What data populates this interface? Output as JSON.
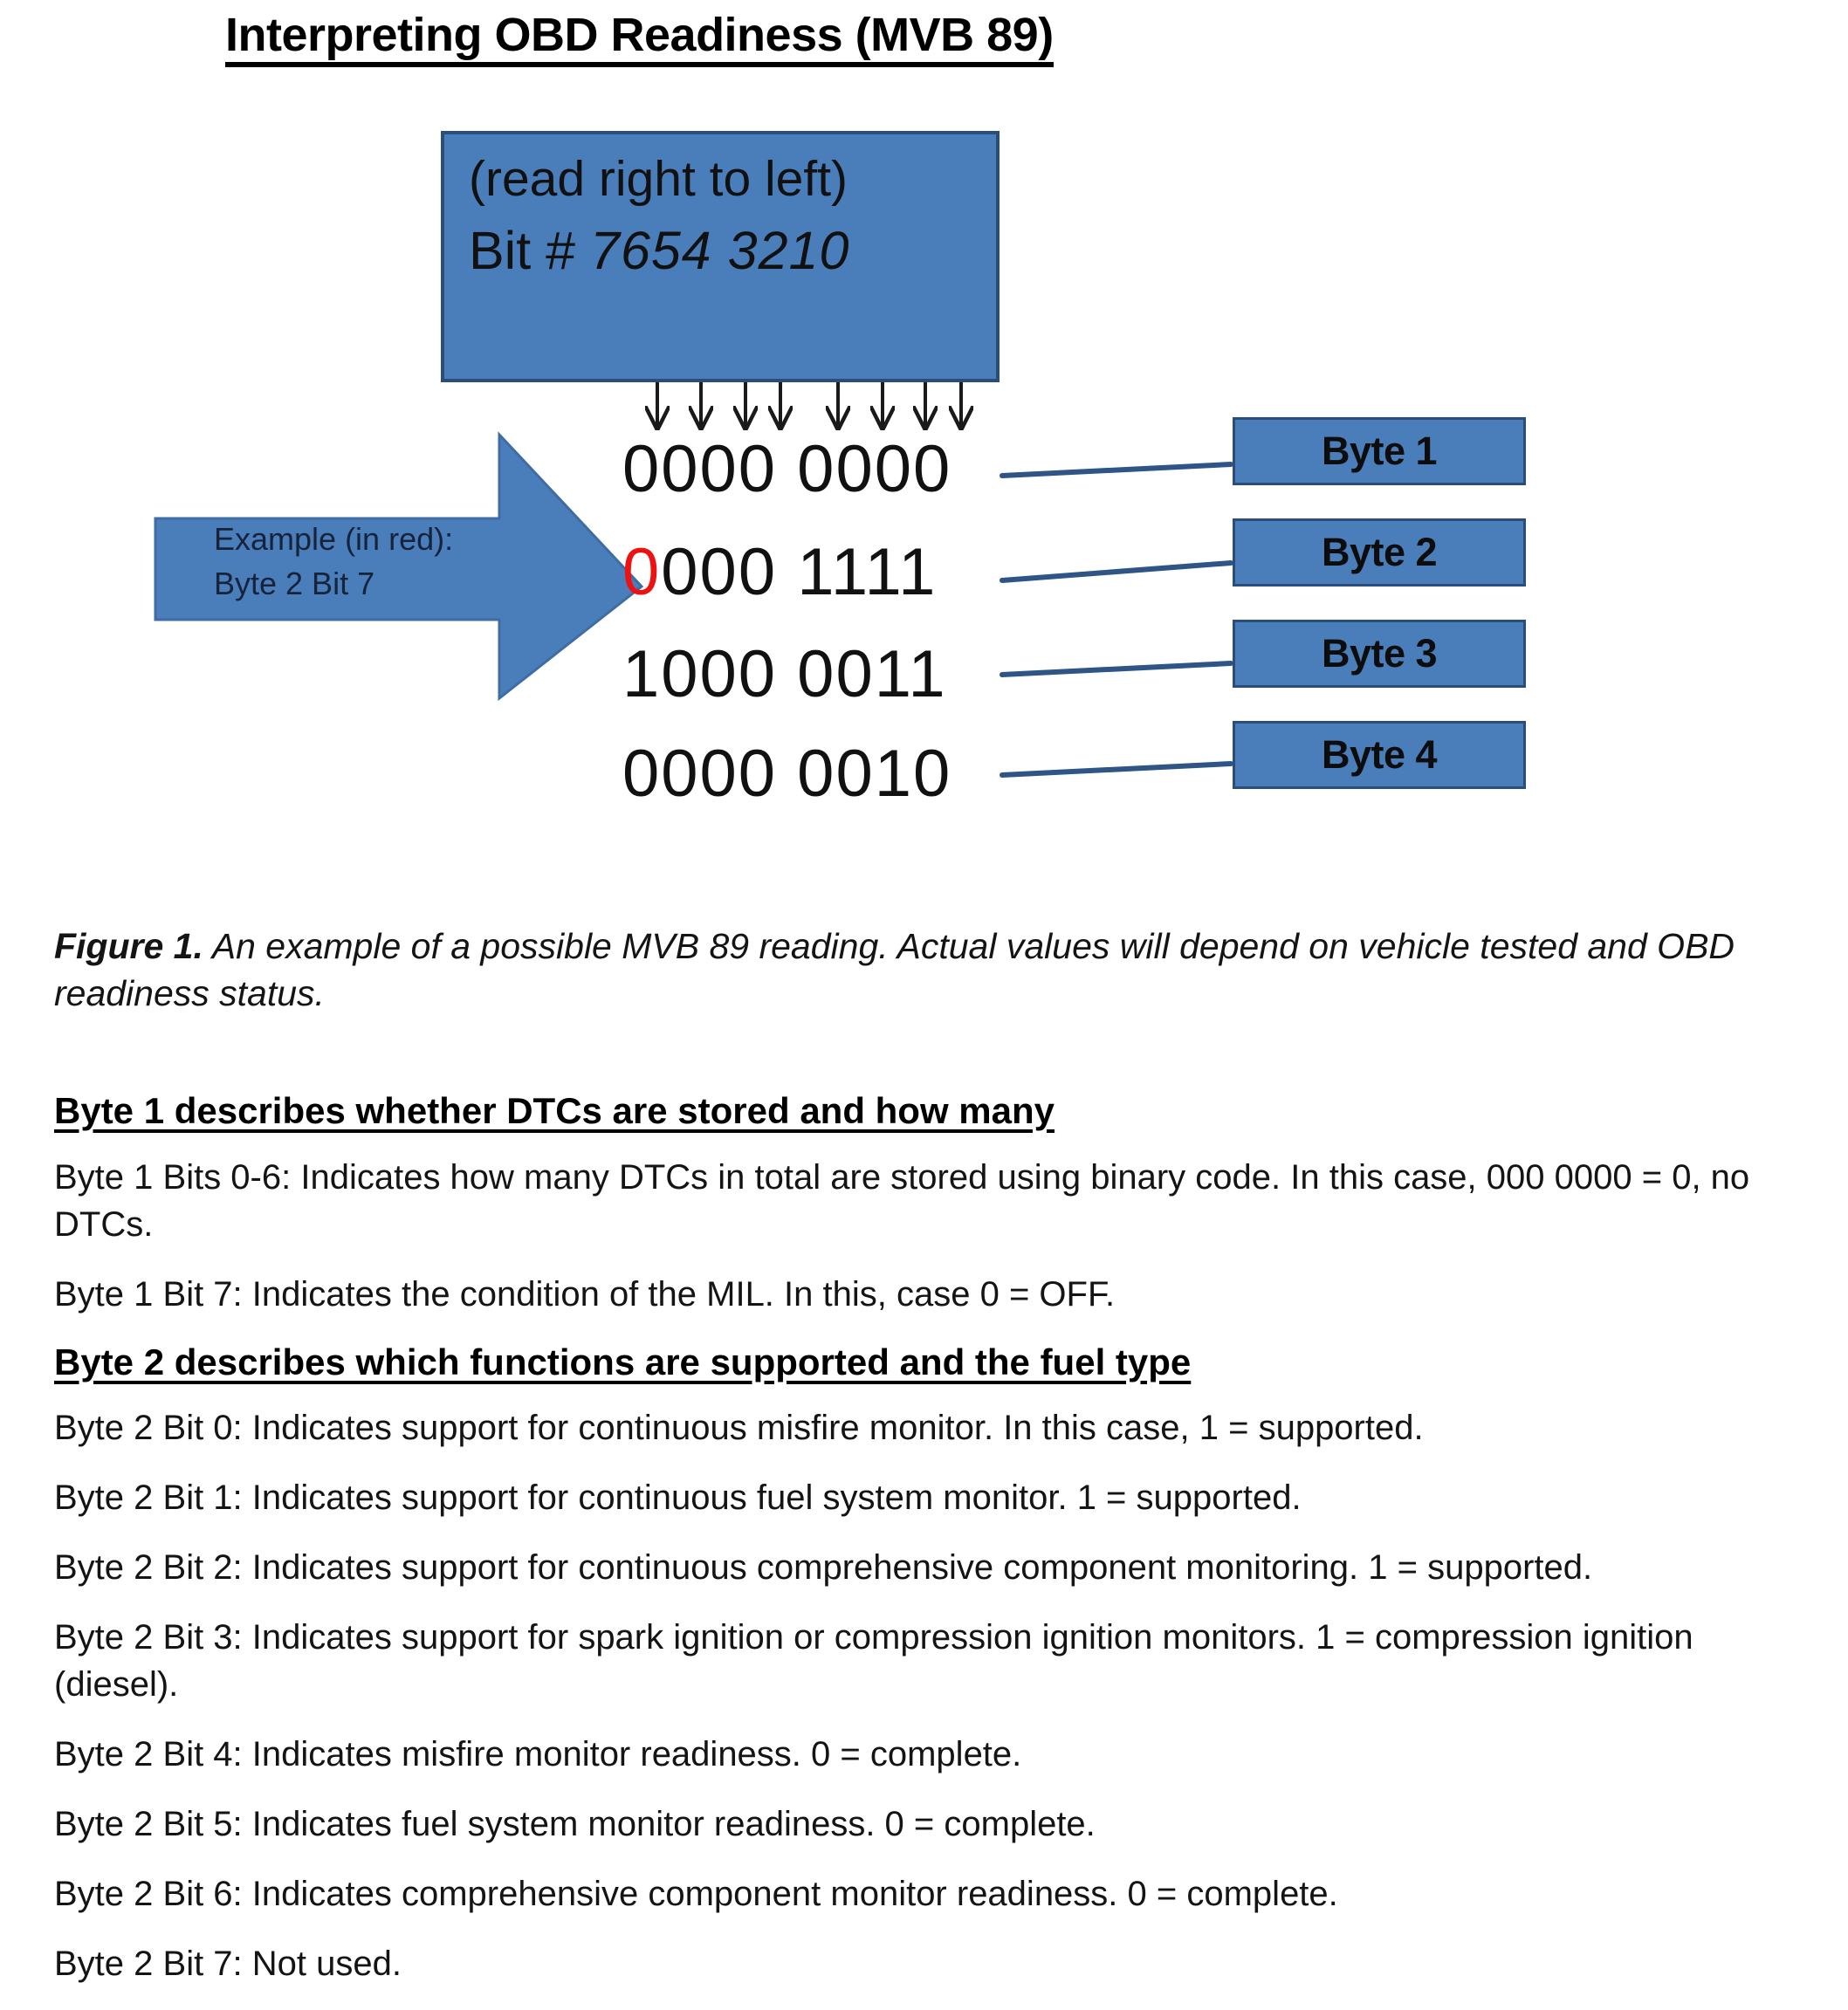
{
  "title": "Interpreting OBD Readiness (MVB 89)",
  "colors": {
    "box_fill": "#4a7ebb",
    "box_border": "#2a4d7a",
    "connector_line": "#2e5585",
    "highlight_red": "#ee1111",
    "text": "#141414"
  },
  "figure": {
    "bit_legend": {
      "line1": "(read right to left)",
      "line2_prefix": "Bit # ",
      "line2_bits": "7654 3210"
    },
    "example_arrow": {
      "line1": "Example (in red):",
      "line2": "Byte 2 Bit 7"
    },
    "binary_rows": [
      {
        "red_prefix": "",
        "text": "0000 0000"
      },
      {
        "red_prefix": "0",
        "text": "000 1111"
      },
      {
        "red_prefix": "",
        "text": "1000 0011"
      },
      {
        "red_prefix": "",
        "text": "0000 0010"
      }
    ],
    "byte_labels": [
      "Byte 1",
      "Byte 2",
      "Byte 3",
      "Byte 4"
    ]
  },
  "caption": {
    "label": "Figure 1.",
    "text": " An example of a possible MVB 89 reading. Actual values will depend on vehicle tested and OBD readiness status."
  },
  "body": {
    "byte1_heading": "Byte 1 describes whether DTCs are stored and how many",
    "byte1_bits_0_6": "Byte 1 Bits 0-6:  Indicates how many DTCs in total are stored using binary code. In this case, 000 0000 = 0, no DTCs.",
    "byte1_bit_7": "Byte 1 Bit 7:  Indicates the condition of the MIL. In this, case 0 = OFF.",
    "byte2_heading": "Byte 2 describes which functions are supported and the fuel type",
    "byte2_bit_0": "Byte 2 Bit 0:  Indicates support for continuous misfire monitor. In this case, 1 = supported.",
    "byte2_bit_1": "Byte 2 Bit 1:  Indicates support for continuous fuel system monitor. 1 = supported.",
    "byte2_bit_2": "Byte 2 Bit 2:  Indicates support for continuous comprehensive component monitoring. 1 = supported.",
    "byte2_bit_3": "Byte 2 Bit 3:  Indicates support for spark ignition or compression ignition monitors. 1 = compression ignition (diesel).",
    "byte2_bit_4": "Byte 2 Bit 4:  Indicates misfire monitor readiness. 0 = complete.",
    "byte2_bit_5": "Byte 2 Bit 5:  Indicates fuel system monitor readiness. 0 = complete.",
    "byte2_bit_6": "Byte 2 Bit 6:  Indicates comprehensive component monitor readiness. 0 = complete.",
    "byte2_bit_7": "Byte 2 Bit 7:  Not used."
  }
}
